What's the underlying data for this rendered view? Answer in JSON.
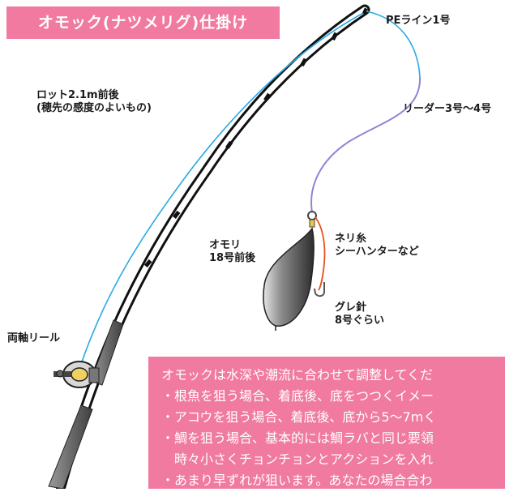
{
  "title": "オモック(ナツメリグ)仕掛け",
  "labels": {
    "pe_line": "PEライン1号",
    "leader": "リーダー3号〜4号",
    "rod": [
      "ロット2.1m前後",
      "(穂先の感度のよいもの)"
    ],
    "sinker": [
      "オモリ",
      "18号前後"
    ],
    "neri_ito": [
      "ネリ糸",
      "シーハンターなど"
    ],
    "hook": [
      "グレ針",
      "8号ぐらい"
    ],
    "reel": "両軸リール"
  },
  "notes": [
    "オモックは水深や潮流に合わせて調整してくだ",
    "・根魚を狙う場合、着底後、底をつつくイメー",
    "・アコウを狙う場合、着底後、底から5〜7mく",
    "・鯛を狙う場合、基本的には鯛ラバと同じ要領",
    "　時々小さくチョンチョンとアクションを入れ",
    "・あまり早ずれが狙います。あなたの場合合わ"
  ],
  "colors": {
    "accent_pink": "#f07aa0",
    "pe_line": "#29a9e6",
    "leader": "#8f86d6",
    "neri_ito": "#e8501e",
    "rod": "#ffffff",
    "sinker_dark": "#3a3a3a",
    "sinker_light": "#a0a0a0"
  }
}
